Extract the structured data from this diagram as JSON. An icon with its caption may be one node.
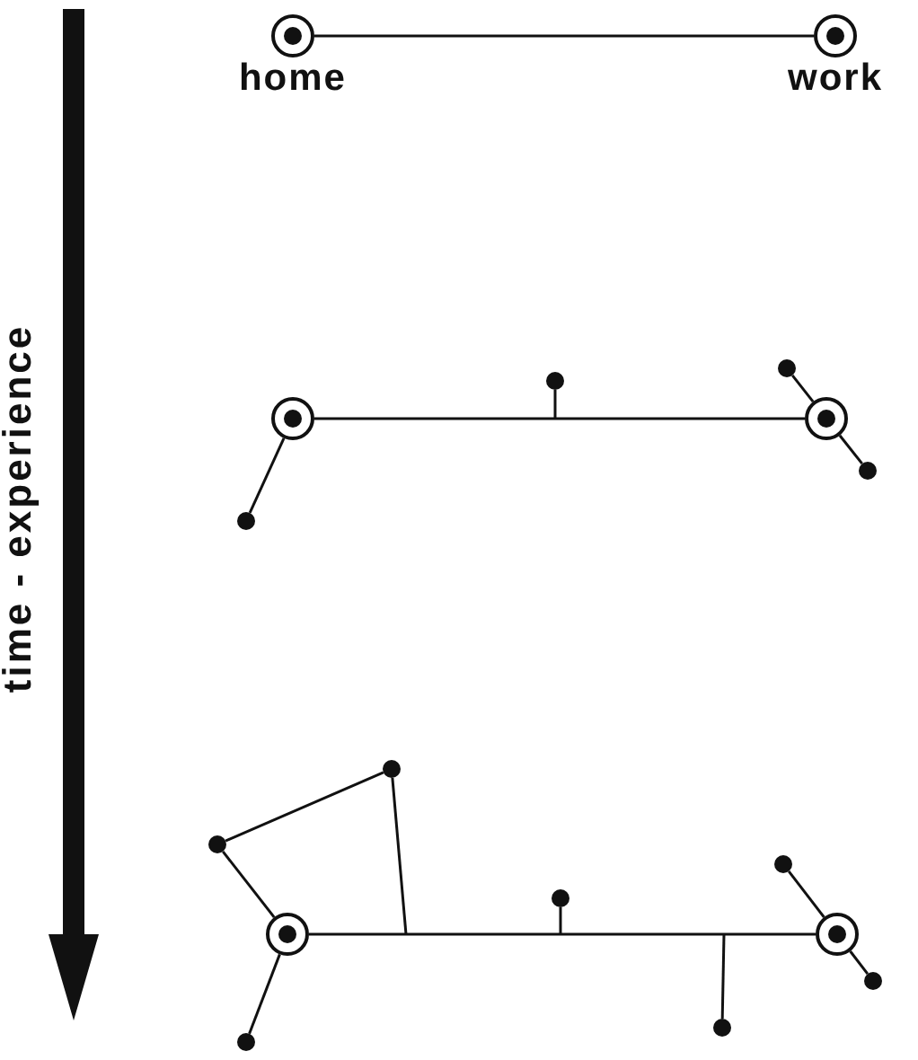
{
  "diagram": {
    "nodes": [
      {
        "text": [
          "home"
        ]
      },
      {
        "text": [
          "work"
        ]
      },
      {
        "text": [],
        "shape": "dot"
      },
      {
        "text": [],
        "shape": "dot"
      },
      {
        "text": [],
        "shape": "circle"
      },
      {
        "text": [],
        "shape": "circle"
      },
      {
        "text": [],
        "shape": "dot"
      },
      {
        "text": [],
        "shape": "dot"
      },
      {
        "text": [],
        "shape": "dot"
      },
      {
        "text": [],
        "shape": "dot"
      },
      {
        "text": [],
        "shape": "dot"
      },
      {
        "text": [],
        "shape": "dot"
      },
      {
        "text": [],
        "shape": "circle"
      },
      {
        "text": [],
        "shape": "circle"
      },
      {
        "text": [],
        "shape": "dot"
      },
      {
        "text": [],
        "shape": "dot"
      },
      {
        "text": [],
        "shape": "dot"
      }
    ],
    "edges": [
      {
        "from": 0,
        "to": 1,
        "arrow": "none"
      },
      {
        "from": 4,
        "to": 5,
        "arrow": "none"
      },
      {
        "from": 3,
        "to": null,
        "arrow": "none"
      },
      {
        "from": 7,
        "to": 4,
        "arrow": "none"
      },
      {
        "from": 2,
        "to": 5,
        "arrow": "none"
      },
      {
        "from": 5,
        "to": 6,
        "arrow": "none"
      },
      {
        "from": 12,
        "to": 13,
        "arrow": "none"
      },
      {
        "from": 9,
        "to": 12,
        "arrow": "none"
      },
      {
        "from": 9,
        "to": 8,
        "arrow": "none"
      },
      {
        "from": 8,
        "to": null,
        "arrow": "none"
      },
      {
        "from": 11,
        "to": null,
        "arrow": "none"
      },
      {
        "from": 15,
        "to": null,
        "arrow": "none"
      },
      {
        "from": 10,
        "to": 13,
        "arrow": "none"
      },
      {
        "from": 13,
        "to": 14,
        "arrow": "none"
      },
      {
        "from": 16,
        "to": 12,
        "arrow": "none"
      }
    ],
    "labels": [
      "time - experience"
    ]
  }
}
